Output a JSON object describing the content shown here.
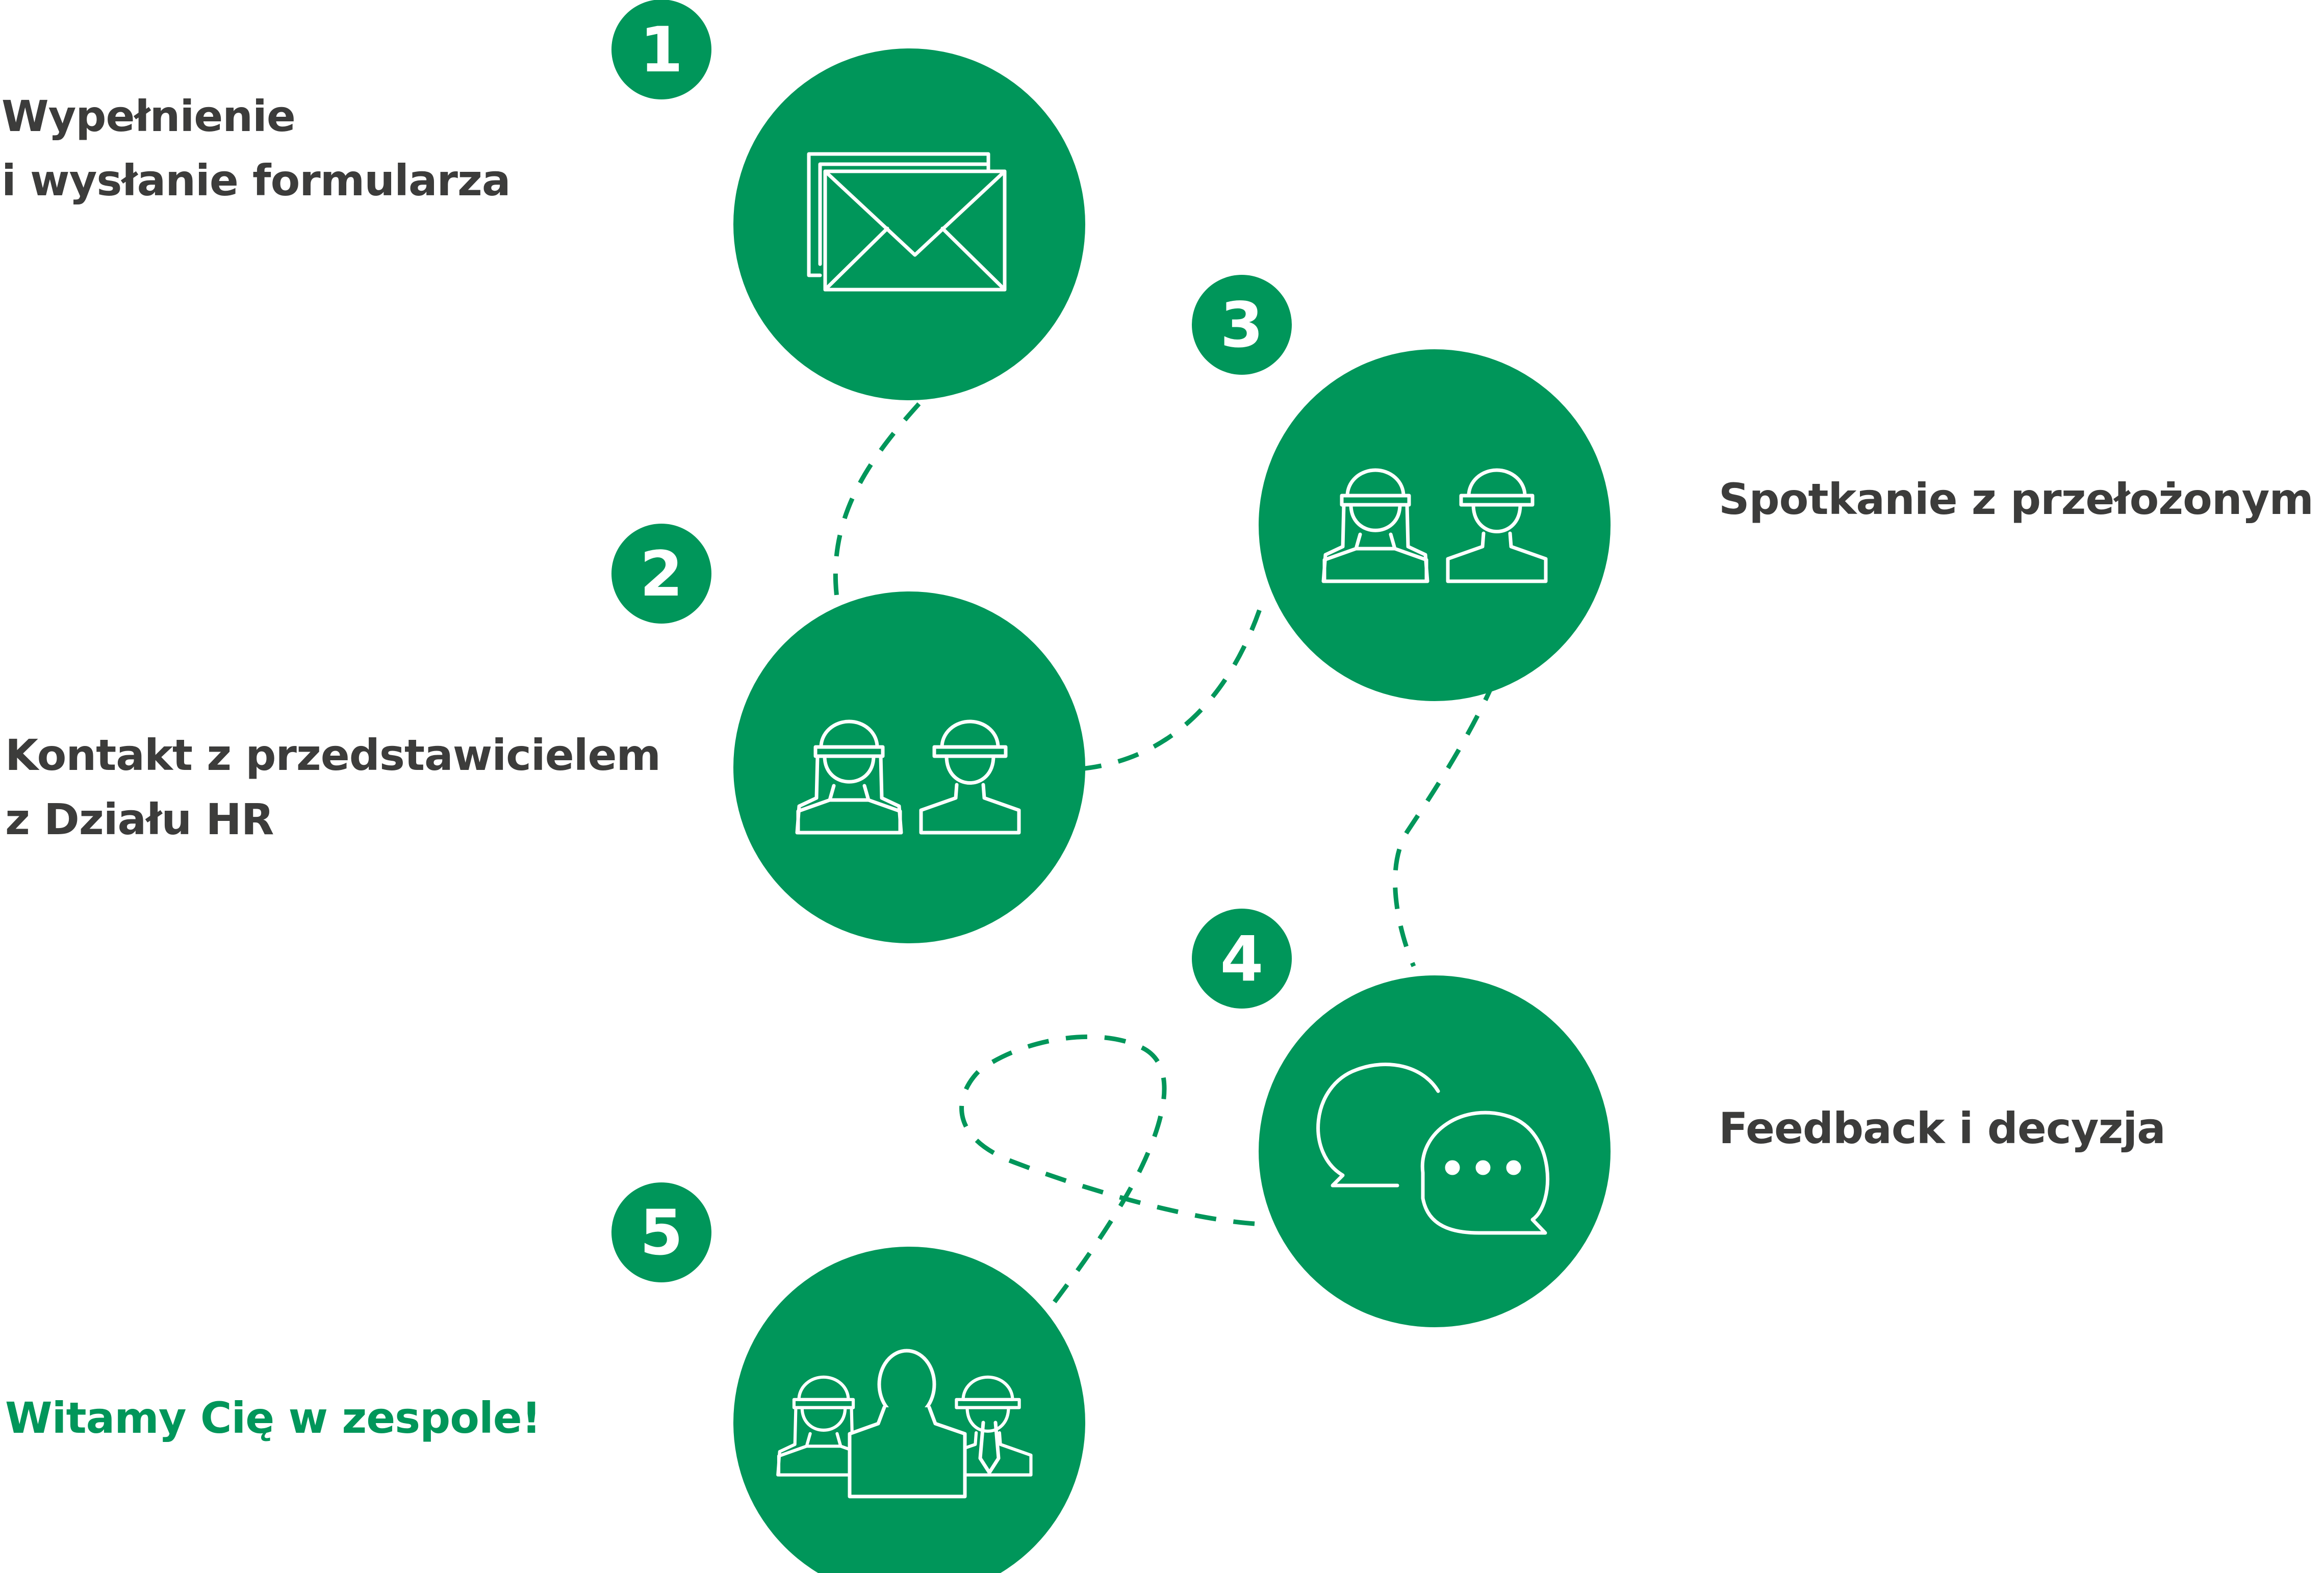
{
  "colors": {
    "accent": "#00965a",
    "text": "#3c3c3b",
    "icon": "#ffffff"
  },
  "steps": [
    {
      "number": "1",
      "label_lines": [
        "Wypełnienie",
        "i wysłanie formularza"
      ],
      "icon": "envelope-icon"
    },
    {
      "number": "2",
      "label_lines": [
        "Kontakt z przedstawicielem",
        "z Działu HR"
      ],
      "icon": "two-people-icon"
    },
    {
      "number": "3",
      "label_lines": [
        "Spotkanie z przełożonym"
      ],
      "icon": "two-people-icon"
    },
    {
      "number": "4",
      "label_lines": [
        "Feedback i decyzja"
      ],
      "icon": "chat-bubbles-icon"
    },
    {
      "number": "5",
      "label_lines": [
        "Witamy Cię w zespole!"
      ],
      "icon": "team-icon"
    }
  ]
}
